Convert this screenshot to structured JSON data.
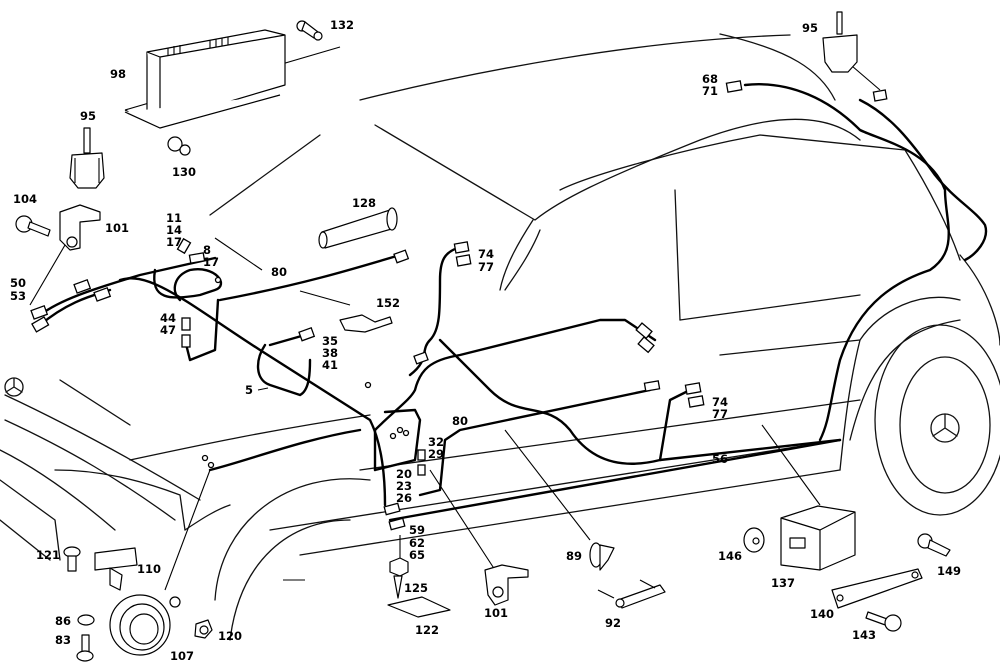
{
  "diagram": {
    "title": "Vehicle wiring harness exploded parts diagram",
    "colors": {
      "line": "#000000",
      "background": "#ffffff"
    },
    "callouts": {
      "c132": "132",
      "c98": "98",
      "c95a": "95",
      "c130": "130",
      "c104": "104",
      "c101a": "101",
      "c11_14_17": [
        "11",
        "14",
        "17"
      ],
      "c8_17": [
        "8",
        "17"
      ],
      "c80a": "80",
      "c50_53": [
        "50",
        "53"
      ],
      "c128": "128",
      "c74_77a": [
        "74",
        "77"
      ],
      "c152": "152",
      "c44_47": [
        "44",
        "47"
      ],
      "c35_38_41": [
        "35",
        "38",
        "41"
      ],
      "c5": "5",
      "c68_71": [
        "68",
        "71"
      ],
      "c95b": "95",
      "c80b": "80",
      "c32_29": [
        "32",
        "29"
      ],
      "c20_23_26": [
        "20",
        "23",
        "26"
      ],
      "c59_62_65": [
        "59",
        "62",
        "65"
      ],
      "c74_77b": [
        "74",
        "77"
      ],
      "c56": "56",
      "c89": "89",
      "c121": "121",
      "c110": "110",
      "c86": "86",
      "c83": "83",
      "c107": "107",
      "c120": "120",
      "c125": "125",
      "c122": "122",
      "c101b": "101",
      "c92": "92",
      "c146": "146",
      "c137": "137",
      "c140": "140",
      "c143": "143",
      "c149": "149"
    }
  }
}
